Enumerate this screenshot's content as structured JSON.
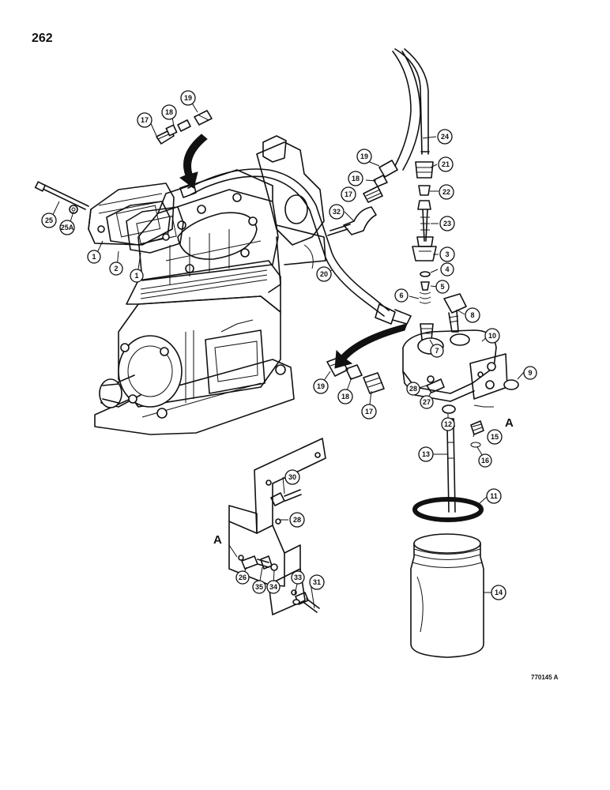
{
  "page_number": "262",
  "drawing_code": "770145 A",
  "section_marker": "A",
  "callouts": [
    {
      "id": "c1a",
      "label": "1"
    },
    {
      "id": "c1b",
      "label": "1"
    },
    {
      "id": "c2",
      "label": "2"
    },
    {
      "id": "c3",
      "label": "3"
    },
    {
      "id": "c4",
      "label": "4"
    },
    {
      "id": "c5",
      "label": "5"
    },
    {
      "id": "c6",
      "label": "6"
    },
    {
      "id": "c7",
      "label": "7"
    },
    {
      "id": "c8",
      "label": "8"
    },
    {
      "id": "c9",
      "label": "9"
    },
    {
      "id": "c10",
      "label": "10"
    },
    {
      "id": "c11",
      "label": "11"
    },
    {
      "id": "c12",
      "label": "12"
    },
    {
      "id": "c13",
      "label": "13"
    },
    {
      "id": "c14",
      "label": "14"
    },
    {
      "id": "c15",
      "label": "15"
    },
    {
      "id": "c16",
      "label": "16"
    },
    {
      "id": "c17a",
      "label": "17"
    },
    {
      "id": "c17b",
      "label": "17"
    },
    {
      "id": "c17c",
      "label": "17"
    },
    {
      "id": "c18a",
      "label": "18"
    },
    {
      "id": "c18b",
      "label": "18"
    },
    {
      "id": "c18c",
      "label": "18"
    },
    {
      "id": "c19a",
      "label": "19"
    },
    {
      "id": "c19b",
      "label": "19"
    },
    {
      "id": "c19c",
      "label": "19"
    },
    {
      "id": "c20",
      "label": "20"
    },
    {
      "id": "c21",
      "label": "21"
    },
    {
      "id": "c22",
      "label": "22"
    },
    {
      "id": "c23",
      "label": "23"
    },
    {
      "id": "c24",
      "label": "24"
    },
    {
      "id": "c25",
      "label": "25"
    },
    {
      "id": "c25a",
      "label": "25A"
    },
    {
      "id": "c26",
      "label": "26"
    },
    {
      "id": "c27",
      "label": "27"
    },
    {
      "id": "c28a",
      "label": "28"
    },
    {
      "id": "c28b",
      "label": "28"
    },
    {
      "id": "c30",
      "label": "30"
    },
    {
      "id": "c31",
      "label": "31"
    },
    {
      "id": "c32",
      "label": "32"
    },
    {
      "id": "c33",
      "label": "33"
    },
    {
      "id": "c34",
      "label": "34"
    },
    {
      "id": "c35",
      "label": "35"
    }
  ]
}
